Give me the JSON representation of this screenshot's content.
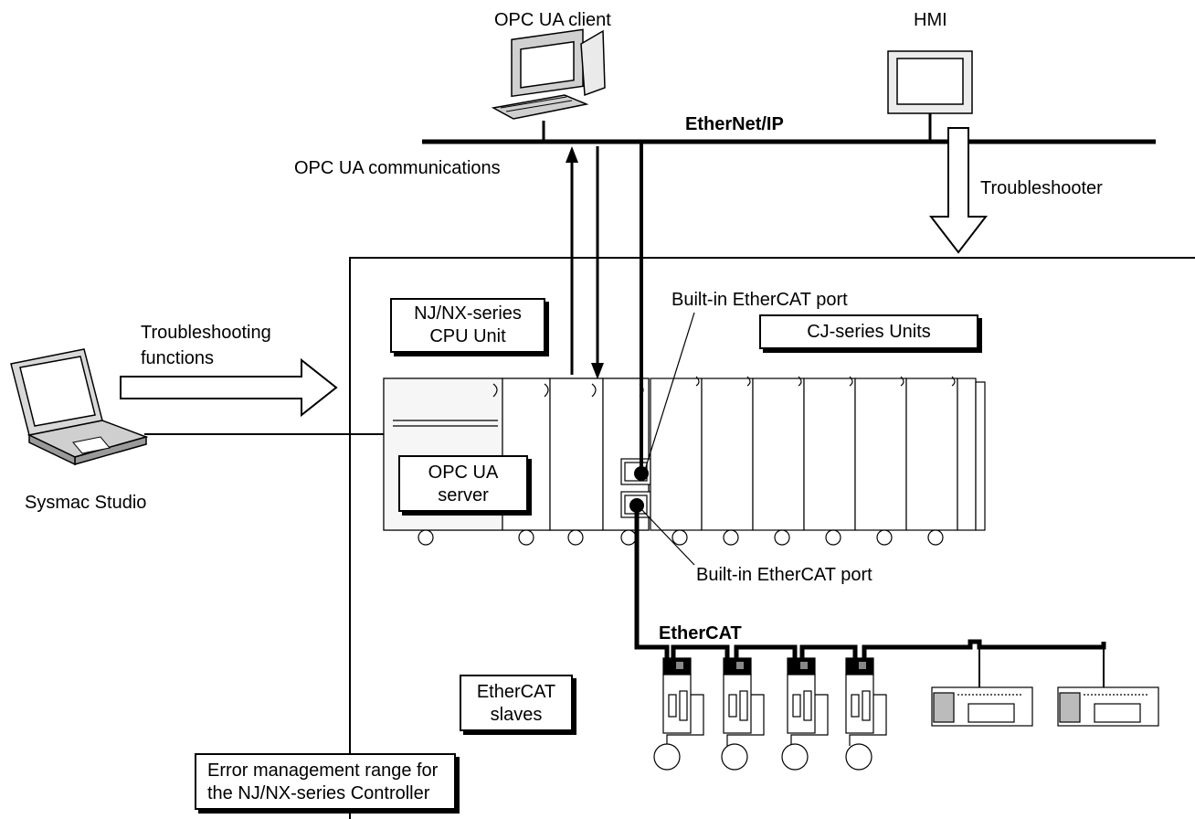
{
  "labels": {
    "opc_ua_client": "OPC UA client",
    "hmi": "HMI",
    "ethernet_ip": "EtherNet/IP",
    "opc_ua_communications": "OPC UA communications",
    "troubleshooter": "Troubleshooter",
    "troubleshooting_functions_line1": "Troubleshooting",
    "troubleshooting_functions_line2": "functions",
    "sysmac_studio": "Sysmac Studio",
    "builtin_ethercat_port_top": "Built-in EtherCAT port",
    "builtin_ethercat_port_bottom": "Built-in EtherCAT port",
    "ethercat": "EtherCAT"
  },
  "boxes": {
    "cpu_unit": [
      "NJ/NX-series",
      "CPU Unit"
    ],
    "cj_units": [
      "CJ-series Units"
    ],
    "opc_ua_server": [
      "OPC UA",
      "server"
    ],
    "ethercat_slaves": [
      "EtherCAT",
      "slaves"
    ],
    "error_range": [
      "Error management range for",
      "the NJ/NX-series Controller"
    ]
  }
}
